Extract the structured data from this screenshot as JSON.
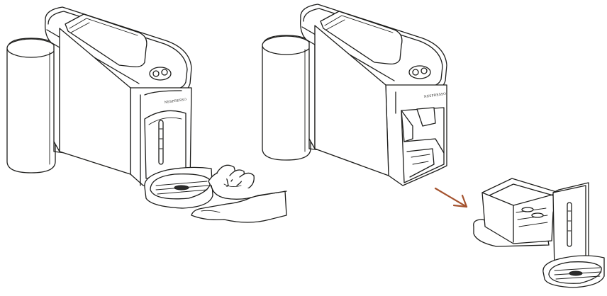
{
  "brand_mark": "NESPRESSO",
  "colors": {
    "line": "#1d1d1b",
    "background": "#ffffff",
    "arrow": "#a4532f"
  },
  "steps": [
    {
      "id": "press-drip-tray",
      "icons": [
        "coffee-machine-icon",
        "water-tank-icon",
        "hand-icon",
        "drip-tray-icon"
      ]
    },
    {
      "id": "remove-drip-tray",
      "icons": [
        "coffee-machine-icon",
        "water-tank-icon",
        "direction-arrow-icon",
        "drip-tray-icon",
        "capsule-container-icon"
      ]
    }
  ]
}
